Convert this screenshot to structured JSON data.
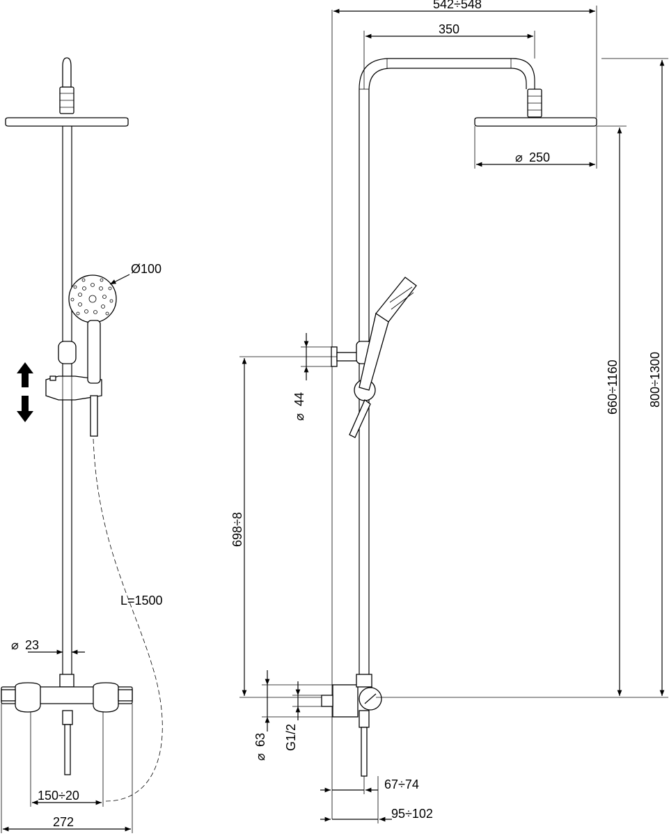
{
  "diagram": {
    "left_view": {
      "handshower_diameter": "Ø100",
      "hose_length": "L=1500",
      "pipe_diameter": "23",
      "pipe_diameter_symbol": "⌀",
      "centres": "150÷20",
      "total_width": "272"
    },
    "right_view": {
      "overall_reach": "542÷548",
      "arm_reach": "350",
      "head_diameter": "250",
      "head_diameter_symbol": "⌀",
      "slider_diameter": "44",
      "slider_diameter_symbol": "⌀",
      "slider_height": "698÷8",
      "head_height": "660÷1160",
      "overall_height": "800÷1300",
      "mixer_diameter": "63",
      "mixer_diameter_symbol": "⌀",
      "thread": "G1/2",
      "wall_distance_short": "67÷74",
      "wall_distance_long": "95÷102"
    }
  }
}
